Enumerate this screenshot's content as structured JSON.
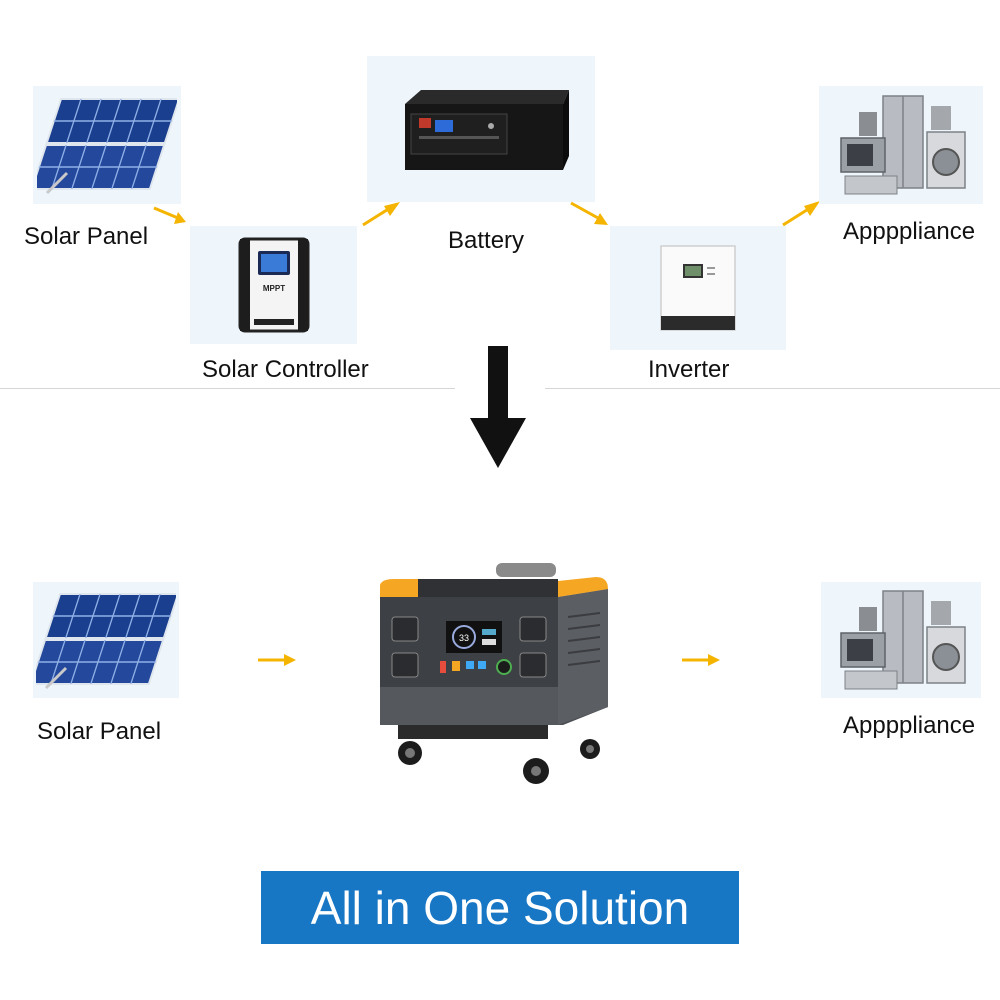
{
  "top_flow": {
    "solar_panel_label": "Solar Panel",
    "solar_controller_label": "Solar Controller",
    "controller_screen_text": "MPPT",
    "battery_label": "Battery",
    "inverter_label": "Inverter",
    "appliance_label": "Appppliance"
  },
  "bottom_flow": {
    "solar_panel_label": "Solar Panel",
    "appliance_label": "Appppliance",
    "station_display_value": "33"
  },
  "banner": {
    "text": "All in One Solution"
  },
  "colors": {
    "flow_arrow": "#f4b400",
    "down_arrow": "#111111",
    "banner_background": "#1877c4",
    "tile_background": "#eef5fb",
    "station_accent": "#f5a623"
  },
  "icons": [
    "solar-panel-icon",
    "charge-controller-icon",
    "battery-icon",
    "inverter-icon",
    "appliances-icon",
    "power-station-icon",
    "arrow-right-icon",
    "arrow-down-icon"
  ]
}
